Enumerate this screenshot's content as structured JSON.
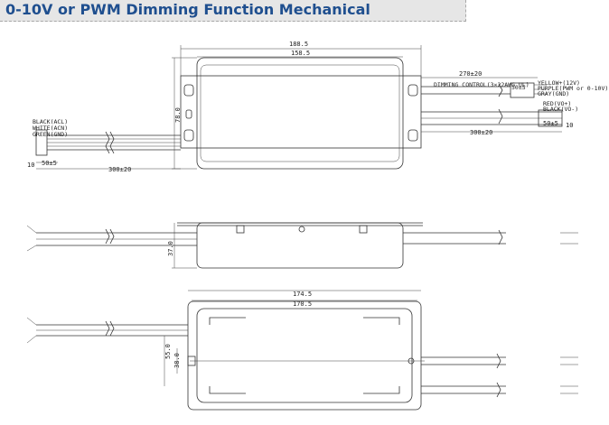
{
  "header": {
    "title": "0-10V or PWM Dimming Function Mechanical"
  },
  "top_view": {
    "dim_overall": "188.5",
    "dim_inner": "158.5",
    "dim_height": "78.0",
    "dim_output_cable": "270±20",
    "dim_output_cable2": "300±20",
    "dim_input_cable": "300±20",
    "dim_strip_in": "50±5",
    "dim_strip_in_small": "10",
    "dim_strip_out": "50±5",
    "dim_strip_out_small": "10",
    "dim_dimming_strip": "50±5",
    "input_labels": [
      "BLACK(ACL)",
      "WHITE(ACN)",
      "GREEN(GND)"
    ],
    "dimming_cable_label": "DIMMING CONTROL(3×22AWG UL)",
    "dimming_labels": [
      "YELLOW+(12V)",
      "PURPLE(PWM or 0-10V)",
      "GRAY(GND)"
    ],
    "output_labels": [
      "RED(VO+)",
      "BLACK(VO-)"
    ]
  },
  "side_view": {
    "dim_height": "37.0"
  },
  "bottom_view": {
    "dim_overall": "174.5",
    "dim_inner": "170.5",
    "dim_height_outer": "55.0",
    "dim_height_inner": "38.0"
  }
}
